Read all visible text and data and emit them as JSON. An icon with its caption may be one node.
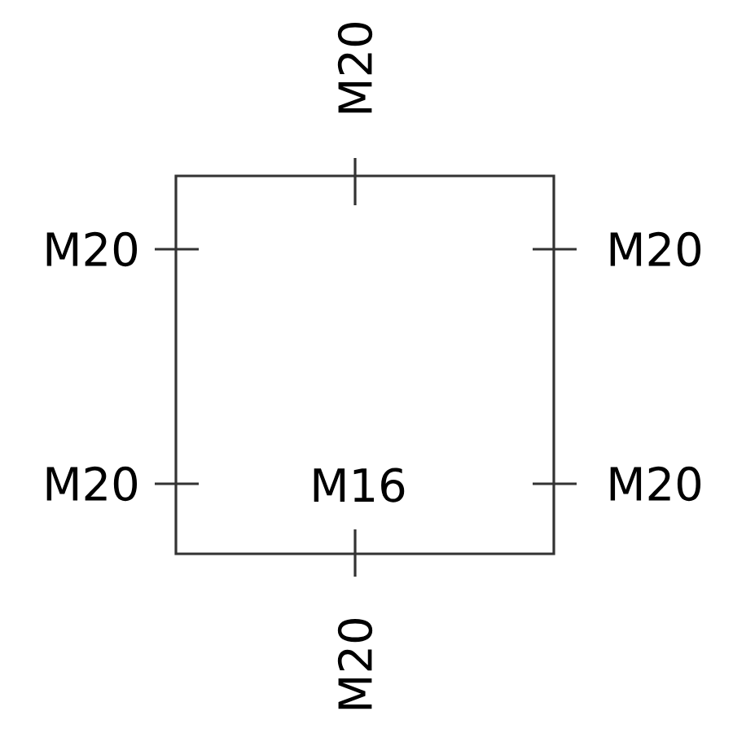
{
  "diagram": {
    "nodes": [
      {
        "text": [
          "M16"
        ]
      }
    ],
    "labels": [
      "M20",
      "M20",
      "M20",
      "M20",
      "M20",
      "M20"
    ]
  }
}
